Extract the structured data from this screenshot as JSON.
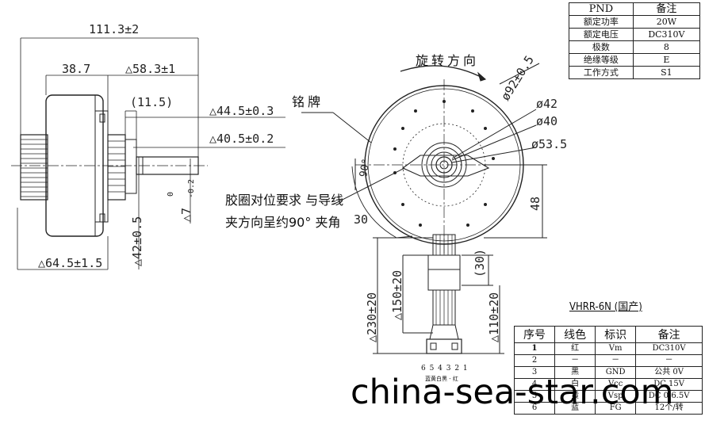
{
  "dimensions": {
    "overall_length": "111.3±2",
    "body_length": "38.7",
    "shaft_length": "△58.3±1",
    "hub_offset": "(11.5)",
    "dia_44": "△44.5±0.3",
    "dia_40": "△40.5±0.2",
    "shaft_dia": "△7",
    "shaft_tol_upper": "0",
    "shaft_tol_lower": "-0.2",
    "dia_42": "△42±0.5",
    "dia_64": "△64.5±1.5",
    "outer_dia": "ø92±0.5",
    "d42": "ø42",
    "d40": "ø40",
    "d53": "ø53.5",
    "angle_90": "90°",
    "angle_30": "30",
    "height_48": "48",
    "lead_230": "△230±20",
    "lead_150": "△150±20",
    "lead_110": "△110±20",
    "lead_30": "(30)"
  },
  "labels": {
    "rotation": "旋转方向",
    "nameplate": "铭牌",
    "note_line1": "胶圈对位要求 与导线",
    "note_line2": "夹方向呈约90° 夹角"
  },
  "pnd_table": {
    "headers": [
      "PND",
      "备注"
    ],
    "rows": [
      [
        "额定功率",
        "20W"
      ],
      [
        "额定电压",
        "DC310V"
      ],
      [
        "极数",
        "8"
      ],
      [
        "绝缘等级",
        "E"
      ],
      [
        "工作方式",
        "S1"
      ]
    ]
  },
  "connector": {
    "title": "VHRR-6N (国产)",
    "pins": "6 5 4 3 2 1",
    "pin_colors": "蓝黄白黑 - 红"
  },
  "wire_table": {
    "headers": [
      "序号",
      "线色",
      "标识",
      "备注"
    ],
    "rows": [
      [
        "1",
        "红",
        "Vm",
        "DC310V"
      ],
      [
        "2",
        "－",
        "－",
        "－"
      ],
      [
        "3",
        "黑",
        "GND",
        "公共 0V"
      ],
      [
        "4",
        "白",
        "Vcc",
        "DC 15V"
      ],
      [
        "5",
        "黄",
        "Vsp",
        "DC 0-6.5V"
      ],
      [
        "6",
        "蓝",
        "FG",
        "12个/转"
      ]
    ]
  },
  "watermark": "china-sea-star.com"
}
